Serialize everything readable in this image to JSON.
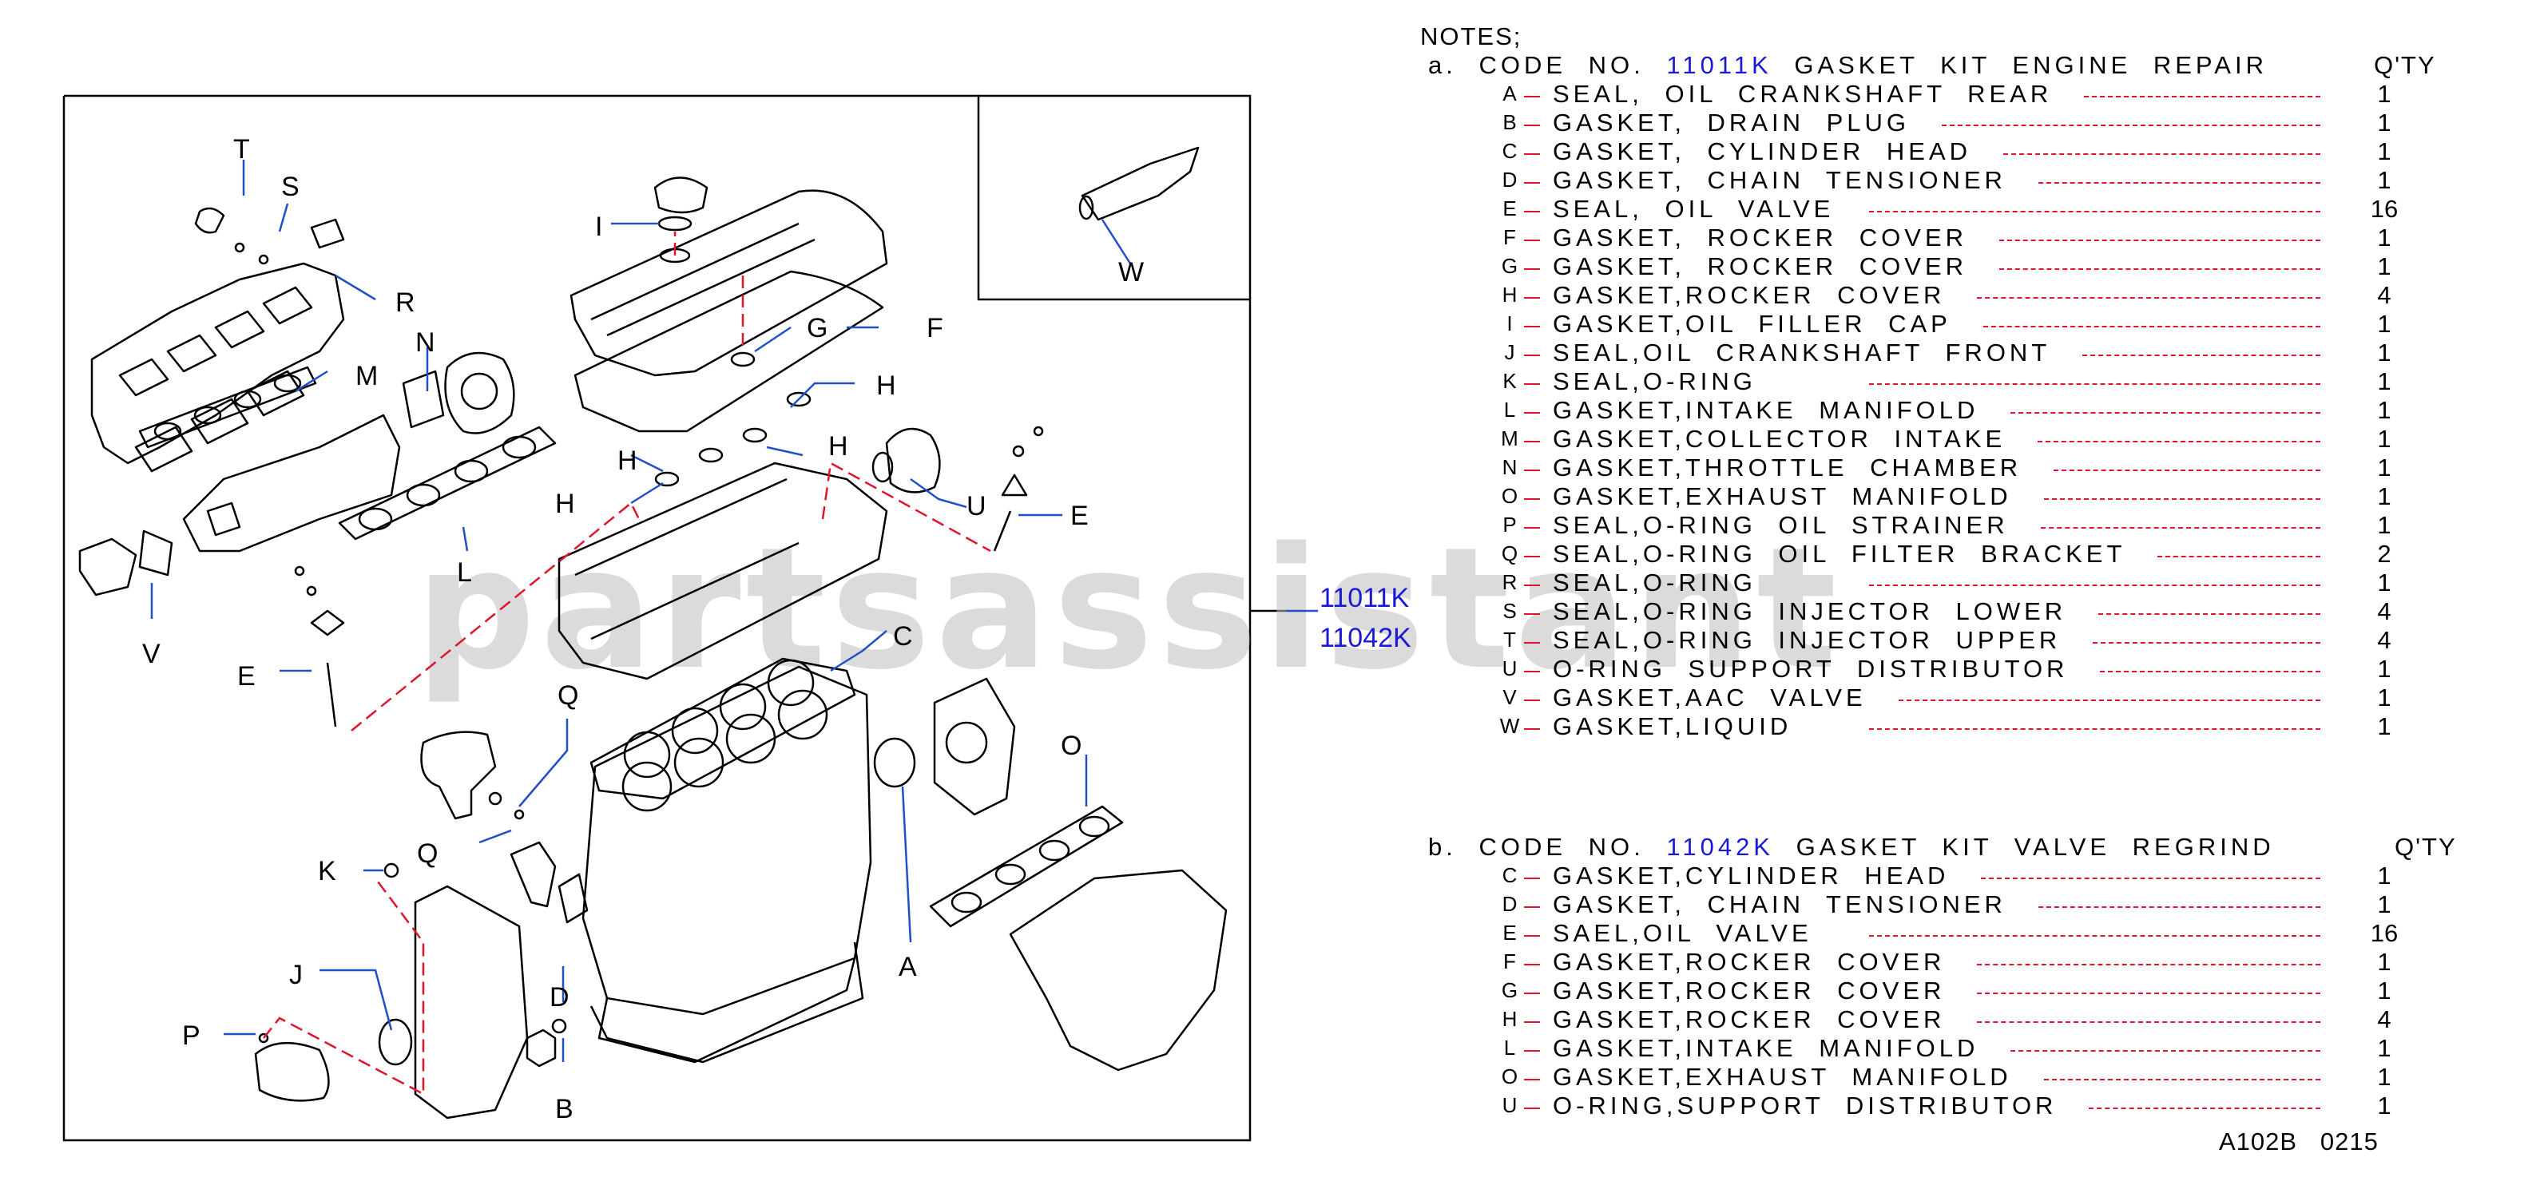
{
  "diagram": {
    "callouts": {
      "T": "T",
      "S": "S",
      "R": "R",
      "N": "N",
      "M": "M",
      "I": "I",
      "G": "G",
      "F": "F",
      "W": "W",
      "H": "H",
      "U": "U",
      "E": "E",
      "L": "L",
      "V": "V",
      "C": "C",
      "Q": "Q",
      "K": "K",
      "J": "J",
      "P": "P",
      "D": "D",
      "B": "B",
      "A": "A",
      "O": "O"
    },
    "kit_codes": [
      "11011K",
      "11042K"
    ],
    "watermark": "partsassistant",
    "figure_code": "A102B",
    "figure_number": "0215"
  },
  "notes": {
    "title": "NOTES;",
    "kit_a": {
      "prefix": "a.",
      "code_label": "CODE NO.",
      "code": "11011K",
      "description": "GASKET KIT ENGINE REPAIR",
      "qty_header": "Q'TY",
      "items": [
        {
          "letter": "A",
          "name": "SEAL, OIL CRANKSHAFT REAR",
          "qty": "1"
        },
        {
          "letter": "B",
          "name": "GASKET, DRAIN PLUG",
          "qty": "1"
        },
        {
          "letter": "C",
          "name": "GASKET, CYLINDER HEAD",
          "qty": "1"
        },
        {
          "letter": "D",
          "name": "GASKET, CHAIN TENSIONER",
          "qty": "1"
        },
        {
          "letter": "E",
          "name": "SEAL, OIL VALVE",
          "qty": "16"
        },
        {
          "letter": "F",
          "name": "GASKET, ROCKER COVER",
          "qty": "1"
        },
        {
          "letter": "G",
          "name": "GASKET, ROCKER COVER",
          "qty": "1"
        },
        {
          "letter": "H",
          "name": "GASKET,ROCKER COVER",
          "qty": "4"
        },
        {
          "letter": "I",
          "name": "GASKET,OIL FILLER CAP",
          "qty": "1"
        },
        {
          "letter": "J",
          "name": "SEAL,OIL CRANKSHAFT FRONT",
          "qty": "1"
        },
        {
          "letter": "K",
          "name": "SEAL,O-RING",
          "qty": "1"
        },
        {
          "letter": "L",
          "name": "GASKET,INTAKE MANIFOLD",
          "qty": "1"
        },
        {
          "letter": "M",
          "name": "GASKET,COLLECTOR INTAKE",
          "qty": "1"
        },
        {
          "letter": "N",
          "name": "GASKET,THROTTLE CHAMBER",
          "qty": "1"
        },
        {
          "letter": "O",
          "name": "GASKET,EXHAUST MANIFOLD",
          "qty": "1"
        },
        {
          "letter": "P",
          "name": "SEAL,O-RING OIL STRAINER",
          "qty": "1"
        },
        {
          "letter": "Q",
          "name": "SEAL,O-RING OIL FILTER BRACKET",
          "qty": "2"
        },
        {
          "letter": "R",
          "name": "SEAL,O-RING",
          "qty": "1"
        },
        {
          "letter": "S",
          "name": "SEAL,O-RING INJECTOR LOWER",
          "qty": "4"
        },
        {
          "letter": "T",
          "name": "SEAL,O-RING INJECTOR UPPER",
          "qty": "4"
        },
        {
          "letter": "U",
          "name": "O-RING SUPPORT DISTRIBUTOR",
          "qty": "1"
        },
        {
          "letter": "V",
          "name": "GASKET,AAC VALVE",
          "qty": "1"
        },
        {
          "letter": "W",
          "name": "GASKET,LIQUID",
          "qty": "1"
        }
      ]
    },
    "kit_b": {
      "prefix": "b.",
      "code_label": "CODE NO.",
      "code": "11042K",
      "description": "GASKET KIT VALVE REGRIND",
      "qty_header": "Q'TY",
      "items": [
        {
          "letter": "C",
          "name": "GASKET,CYLINDER HEAD",
          "qty": "1"
        },
        {
          "letter": "D",
          "name": "GASKET, CHAIN TENSIONER",
          "qty": "1"
        },
        {
          "letter": "E",
          "name": "SAEL,OIL VALVE",
          "qty": "16"
        },
        {
          "letter": "F",
          "name": "GASKET,ROCKER COVER",
          "qty": "1"
        },
        {
          "letter": "G",
          "name": "GASKET,ROCKER COVER",
          "qty": "1"
        },
        {
          "letter": "H",
          "name": "GASKET,ROCKER COVER",
          "qty": "4"
        },
        {
          "letter": "L",
          "name": "GASKET,INTAKE MANIFOLD",
          "qty": "1"
        },
        {
          "letter": "O",
          "name": "GASKET,EXHAUST MANIFOLD",
          "qty": "1"
        },
        {
          "letter": "U",
          "name": "O-RING,SUPPORT DISTRIBUTOR",
          "qty": "1"
        }
      ]
    }
  }
}
